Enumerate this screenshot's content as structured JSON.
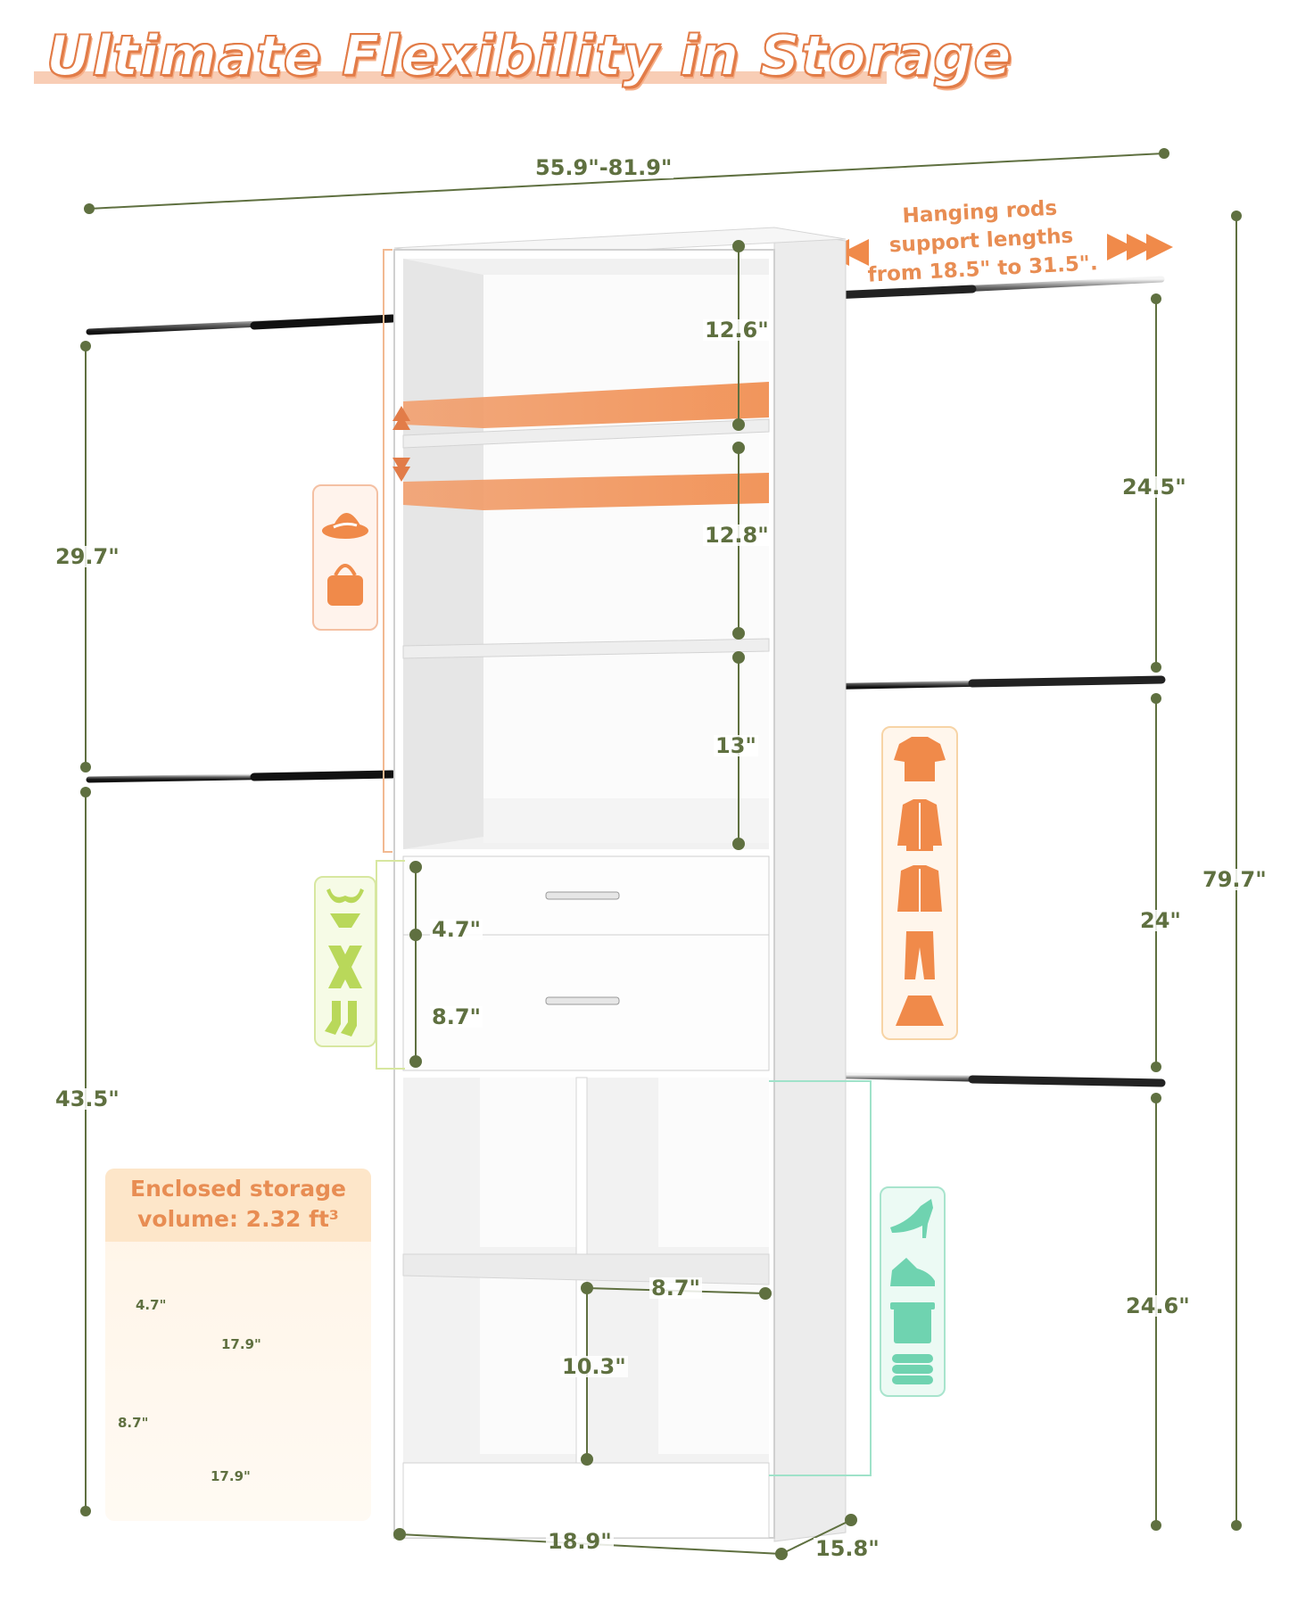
{
  "title": "Ultimate Flexibility in Storage",
  "note": {
    "line1": "Hanging rods",
    "line2": "support lengths",
    "line3": "from 18.5\" to 31.5\"."
  },
  "dimensions": {
    "overall_width": "55.9\"-81.9\"",
    "overall_height": "79.7\"",
    "left_upper": "29.7\"",
    "left_lower": "43.5\"",
    "right_top": "24.5\"",
    "right_mid": "24\"",
    "right_bottom": "24.6\"",
    "shelf_1": "12.6\"",
    "shelf_2": "12.8\"",
    "shelf_3": "13\"",
    "drawer_top": "4.7\"",
    "drawer_bottom": "8.7\"",
    "cube_width": "8.7\"",
    "cube_height": "10.3\"",
    "base_width": "18.9\"",
    "depth": "15.8\""
  },
  "callout": {
    "line1": "Enclosed storage",
    "line2": "volume: 2.32 ft³",
    "drawer1_height": "4.7\"",
    "drawer1_width": "17.9\"",
    "drawer2_height": "8.7\"",
    "drawer2_width": "17.9\""
  },
  "colors": {
    "accent_orange": "#e88d53",
    "dimension_green": "#5f7040",
    "lime": "#b9d85a",
    "mint": "#6fd3b0"
  },
  "icons": {
    "accessories": [
      "hat-icon",
      "handbag-icon"
    ],
    "hanging_clothes": [
      "tshirt-icon",
      "shirt-icon",
      "jacket-icon",
      "pants-icon",
      "skirt-icon"
    ],
    "underwear": [
      "lingerie-icon",
      "scarf-icon",
      "socks-icon"
    ],
    "footwear": [
      "heel-icon",
      "shoe-icon",
      "basket-icon",
      "folded-towels-icon"
    ]
  }
}
